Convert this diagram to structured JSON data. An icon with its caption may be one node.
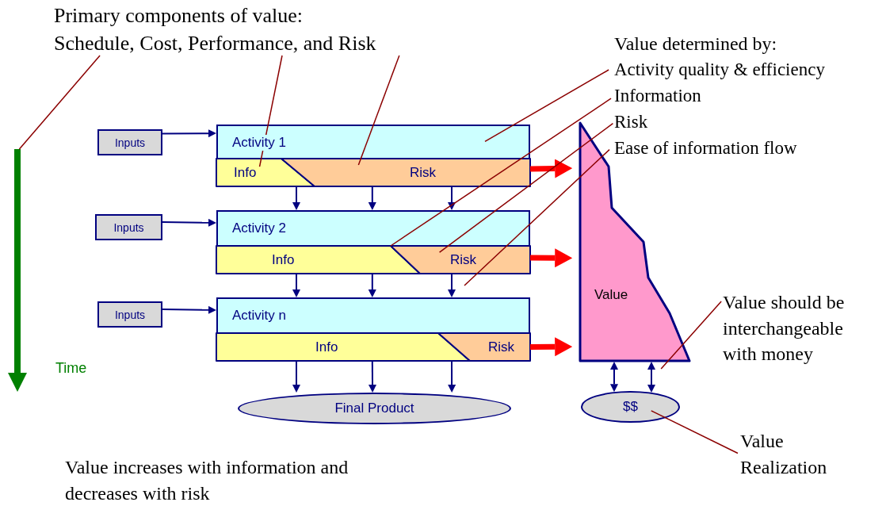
{
  "diagram": {
    "nodes": [
      {
        "text": [
          "Primary components of value:",
          "Schedule, Cost, Performance, and Risk"
        ]
      },
      {
        "text": [
          "Activity quality & efficiency"
        ]
      },
      {
        "text": [
          "Information"
        ]
      },
      {
        "text": [
          "Risk"
        ]
      },
      {
        "text": [
          "Ease of information flow"
        ]
      },
      {
        "text": [],
        "shape": "bar",
        "beside": [
          "Time"
        ]
      },
      {
        "text": [
          "Inputs"
        ]
      },
      {
        "text": [
          "Activity 1"
        ]
      },
      {
        "text": [
          "Info"
        ],
        "in": 7
      },
      {
        "text": [
          "Risk"
        ],
        "in": 7
      },
      {
        "text": [
          "Inputs"
        ]
      },
      {
        "text": [
          "Activity 2"
        ]
      },
      {
        "text": [
          "Info"
        ],
        "in": 11
      },
      {
        "text": [
          "Risk"
        ],
        "in": 11
      },
      {
        "text": [
          "Inputs"
        ]
      },
      {
        "text": [
          "Activity n"
        ]
      },
      {
        "text": [
          "Info"
        ],
        "in": 15
      },
      {
        "text": [
          "Risk"
        ],
        "in": 15
      },
      {
        "text": [
          "Value"
        ]
      },
      {
        "text": [
          "Value should be interchangeable with money"
        ]
      },
      {
        "text": [
          "Final Product"
        ]
      },
      {
        "text": [
          "$$"
        ]
      },
      {
        "text": [
          "Value Realization"
        ]
      }
    ],
    "edges": [
      {
        "from": 6,
        "to": 7,
        "arrow": "to"
      },
      {
        "from": 10,
        "to": 11,
        "arrow": "to"
      },
      {
        "from": 14,
        "to": 15,
        "arrow": "to"
      },
      {
        "from": 7,
        "to": 11,
        "arrow": "to"
      },
      {
        "from": 7,
        "to": 11,
        "arrow": "to"
      },
      {
        "from": 7,
        "to": 11,
        "arrow": "to"
      },
      {
        "from": 11,
        "to": 15,
        "arrow": "to"
      },
      {
        "from": 11,
        "to": 15,
        "arrow": "to"
      },
      {
        "from": 11,
        "to": 15,
        "arrow": "to"
      },
      {
        "from": 15,
        "to": 20,
        "arrow": "to"
      },
      {
        "from": 15,
        "to": 20,
        "arrow": "to"
      },
      {
        "from": 15,
        "to": 20,
        "arrow": "to"
      },
      {
        "from": 7,
        "to": 18,
        "arrow": "to",
        "style": "thick",
        "color": "#ff0000"
      },
      {
        "from": 11,
        "to": 18,
        "arrow": "to",
        "style": "thick",
        "color": "#ff0000"
      },
      {
        "from": 15,
        "to": 18,
        "arrow": "to",
        "style": "thick",
        "color": "#ff0000"
      },
      {
        "from": 18,
        "to": 21,
        "arrow": "both"
      },
      {
        "from": 18,
        "to": 21,
        "arrow": "both"
      },
      {
        "from": 0,
        "to": 5,
        "arrow": "none",
        "color": "#8b0000"
      },
      {
        "from": 0,
        "to": 8,
        "arrow": "none",
        "color": "#8b0000"
      },
      {
        "from": 0,
        "to": 9,
        "arrow": "none",
        "color": "#8b0000"
      },
      {
        "from": 1,
        "to": 7,
        "arrow": "none",
        "color": "#8b0000"
      },
      {
        "from": 2,
        "to": 12,
        "arrow": "none",
        "color": "#8b0000"
      },
      {
        "from": 3,
        "to": 13,
        "arrow": "none",
        "color": "#8b0000"
      },
      {
        "from": 4,
        "to": null,
        "arrow": "none",
        "color": "#8b0000"
      },
      {
        "from": 19,
        "to": 18,
        "arrow": "none",
        "color": "#8b0000"
      },
      {
        "from": 22,
        "to": 21,
        "arrow": "none",
        "color": "#8b0000"
      }
    ],
    "labels": [
      "Value determined by:",
      "Value increases with information and decreases with risk"
    ]
  }
}
